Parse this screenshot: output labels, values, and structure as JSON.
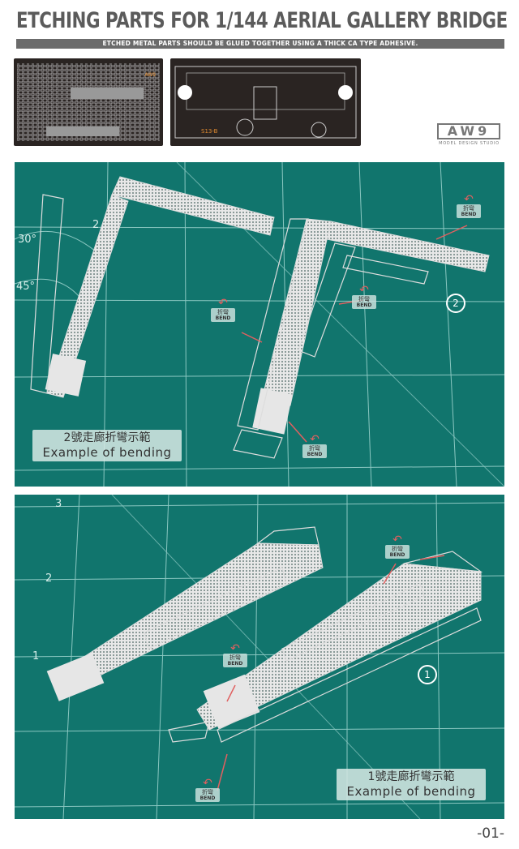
{
  "header": {
    "title": "ETCHING PARTS FOR 1/144 AERIAL  GALLERY BRIDGE",
    "subtitle": "ETCHED METAL PARTS SHOULD BE GLUED TOGETHER USING A THICK CA TYPE ADHESIVE."
  },
  "frets": {
    "right_code": "S13-B"
  },
  "logo": {
    "mark": "AW9",
    "sub": "MODEL DESIGN STUDIO"
  },
  "colors": {
    "mat": "#11756d",
    "grid": "#a9dcd6",
    "bend_arrow": "#e06060",
    "header_gray": "#5b5b5b"
  },
  "photo1": {
    "ruler_labels": [
      "2",
      "30°",
      "45°"
    ],
    "bend_labels": [
      {
        "zh": "折彎",
        "en": "BEND"
      },
      {
        "zh": "折彎",
        "en": "BEND"
      },
      {
        "zh": "折彎",
        "en": "BEND"
      },
      {
        "zh": "折彎",
        "en": "BEND"
      }
    ],
    "circle_number": "2",
    "caption": {
      "zh": "2號走廊折彎示範",
      "en": "Example of bending"
    }
  },
  "photo2": {
    "ruler_labels": [
      "3",
      "2",
      "1"
    ],
    "bend_labels": [
      {
        "zh": "折彎",
        "en": "BEND"
      },
      {
        "zh": "折彎",
        "en": "BEND"
      },
      {
        "zh": "折彎",
        "en": "BEND"
      }
    ],
    "circle_number": "1",
    "caption": {
      "zh": "1號走廊折彎示範",
      "en": "Example of bending"
    }
  },
  "footer": {
    "page_number": "-01-"
  }
}
